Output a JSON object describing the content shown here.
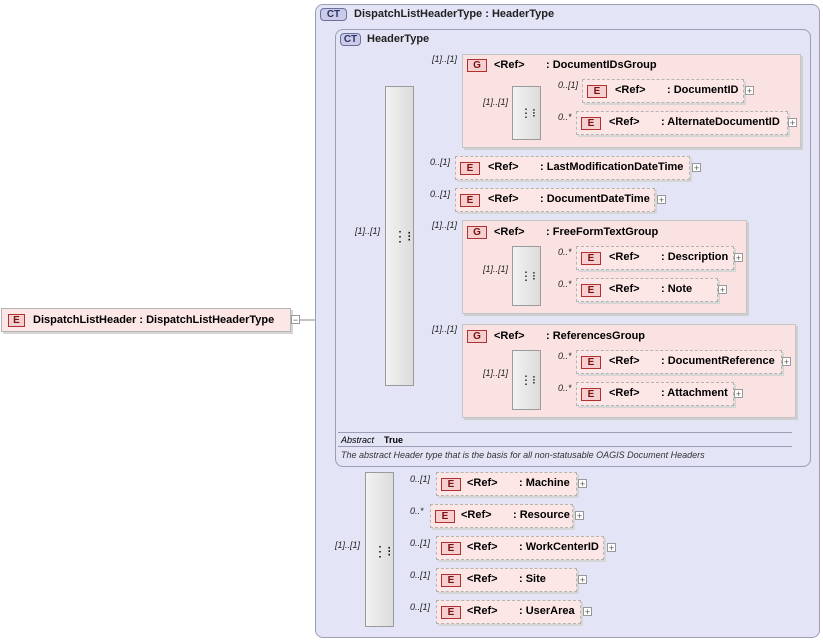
{
  "root": {
    "badge": "E",
    "label": "DispatchListHeader : DispatchListHeaderType"
  },
  "outer_type": {
    "badge": "CT",
    "title": "DispatchListHeaderType : HeaderType"
  },
  "inner_type": {
    "badge": "CT",
    "title": "HeaderType"
  },
  "groups": [
    {
      "badge": "G",
      "ref": "<Ref>",
      "name": ": DocumentIDsGroup",
      "card": "[1]..[1]",
      "seq_card": "[1]..[1]",
      "children": [
        {
          "badge": "E",
          "ref": "<Ref>",
          "name": ": DocumentID",
          "card": "0..[1]"
        },
        {
          "badge": "E",
          "ref": "<Ref>",
          "name": ": AlternateDocumentID",
          "card": "0..*"
        }
      ]
    },
    {
      "badge": "G",
      "ref": "<Ref>",
      "name": ": FreeFormTextGroup",
      "card": "[1]..[1]",
      "seq_card": "[1]..[1]",
      "children": [
        {
          "badge": "E",
          "ref": "<Ref>",
          "name": ": Description",
          "card": "0..*"
        },
        {
          "badge": "E",
          "ref": "<Ref>",
          "name": ": Note",
          "card": "0..*"
        }
      ]
    },
    {
      "badge": "G",
      "ref": "<Ref>",
      "name": ": ReferencesGroup",
      "card": "[1]..[1]",
      "seq_card": "[1]..[1]",
      "children": [
        {
          "badge": "E",
          "ref": "<Ref>",
          "name": ": DocumentReference",
          "card": "0..*"
        },
        {
          "badge": "E",
          "ref": "<Ref>",
          "name": ": Attachment",
          "card": "0..*"
        }
      ]
    }
  ],
  "header_elements": [
    {
      "badge": "E",
      "ref": "<Ref>",
      "name": ": LastModificationDateTime",
      "card": "0..[1]"
    },
    {
      "badge": "E",
      "ref": "<Ref>",
      "name": ": DocumentDateTime",
      "card": "0..[1]"
    }
  ],
  "main_seq_card": "[1]..[1]",
  "abstract": {
    "label": "Abstract",
    "value": "True"
  },
  "documentation": "The abstract Header type that is the basis for all non-statusable OAGIS Document Headers",
  "ext_seq_card": "[1]..[1]",
  "ext_elements": [
    {
      "badge": "E",
      "ref": "<Ref>",
      "name": ": Machine",
      "card": "0..[1]"
    },
    {
      "badge": "E",
      "ref": "<Ref>",
      "name": ": Resource",
      "card": "0..*"
    },
    {
      "badge": "E",
      "ref": "<Ref>",
      "name": ": WorkCenterID",
      "card": "0..[1]"
    },
    {
      "badge": "E",
      "ref": "<Ref>",
      "name": ": Site",
      "card": "0..[1]"
    },
    {
      "badge": "E",
      "ref": "<Ref>",
      "name": ": UserArea",
      "card": "0..[1]"
    }
  ],
  "expand_symbol": "+",
  "collapse_symbol": "−"
}
